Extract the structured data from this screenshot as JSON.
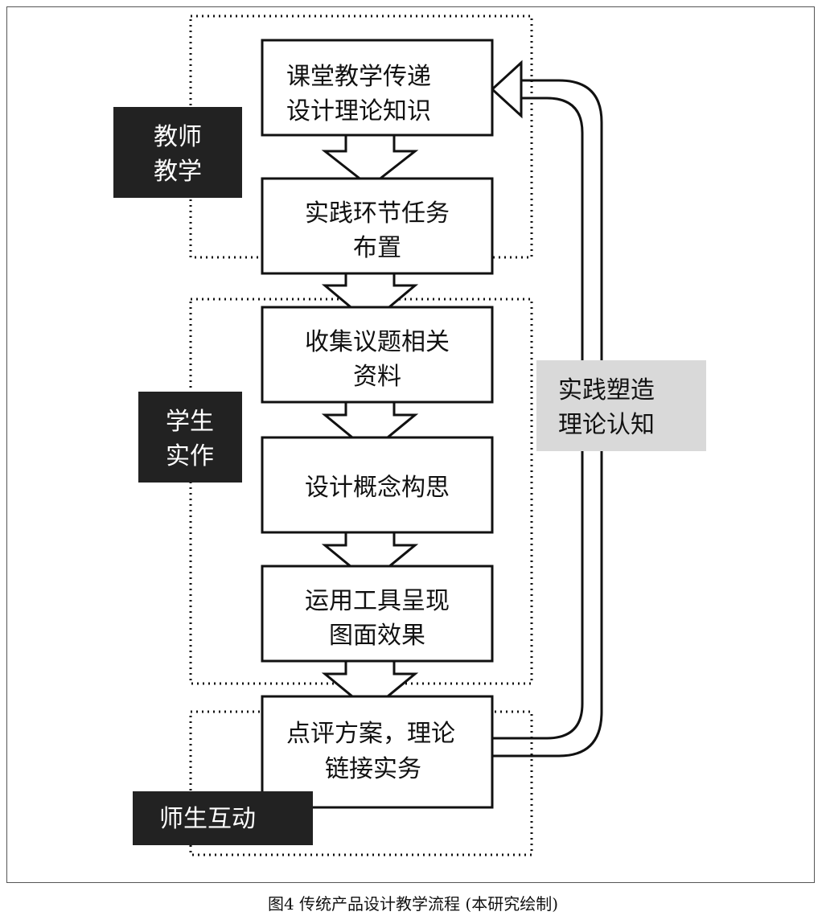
{
  "steps": [
    {
      "lines": [
        "课堂教学传递",
        "设计理论知识"
      ]
    },
    {
      "lines": [
        "实践环节任务",
        "布置"
      ]
    },
    {
      "lines": [
        "收集议题相关",
        "资料"
      ]
    },
    {
      "lines": [
        "设计概念构思"
      ]
    },
    {
      "lines": [
        "运用工具呈现",
        "图面效果"
      ]
    },
    {
      "lines": [
        "点评方案，理论",
        "链接实务"
      ]
    }
  ],
  "phases": [
    {
      "lines": [
        "教师",
        "教学"
      ]
    },
    {
      "lines": [
        "学生",
        "实作"
      ]
    },
    {
      "lines": [
        "师生互动"
      ]
    }
  ],
  "feedback": {
    "lines": [
      "实践塑造",
      "理论认知"
    ]
  },
  "caption": "图4 传统产品设计教学流程 (本研究绘制)",
  "colors": {
    "phase_label_bg": "#222222",
    "feedback_label_bg": "#d9d9d9",
    "stroke": "#111111"
  }
}
